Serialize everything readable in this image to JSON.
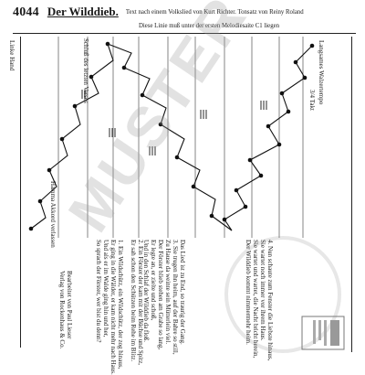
{
  "header": {
    "number": "4044",
    "title": "Der Wilddieb.",
    "subtitle": "Text nach einem Volkslied von Kurt Richter. Tonsatz von Reiny Roland",
    "instruction": "Diese Linie muß unter der ersten Melodiesaite C1 liegen"
  },
  "score": {
    "tempo": "Langsames Walzertempo",
    "time_signature": "3/4 Takt",
    "fine_marks": "Schluß des letzten Verses",
    "repeat_hint": "Hamma Akkord verlassen",
    "left_margin_label": "Linke Hand"
  },
  "lyrics": {
    "verses": [
      "1. Ein Wildschütz, ein Wildschütz, der zog hinaus,",
      "Er ging in die Wälder, er kam nicht mehr nach Haus.",
      "Und als er im Walde ging hin und her,",
      "So sprach der Förster, wer bist du denn?",
      "2. Ein Förster der kam mit der Büchse und Spitz,",
      "Er sah schon den Schützen beim Rehe im Blitz.",
      "Er legte an, er zielte und schoß,",
      "Und in den Schlaf der Wilddieb da floß.",
      "3. Sie trugen ihn heim, auf der Bahre so still,",
      "Zu Hause da weinte sein Mütterlein viel.",
      "Der Förster blieb stehen am Grabe so lang,",
      "Das Lied ist zu End, so traurig der Gang."
    ],
    "column_b": [
      "4. Nun schaute zum Fenster die Liebste hinaus,",
      "Sie wartet noch immer vor ihrem Haus.",
      "Sie wartet und wartet, die Nacht bricht herein,",
      "Der Wilddieb kommt nimmermehr heim."
    ]
  },
  "publisher": {
    "line1": "Bearbeitet von Paul Lieser",
    "line2": "Verlag von Rockenhaus & Co.",
    "watermark": "MUSTER"
  }
}
